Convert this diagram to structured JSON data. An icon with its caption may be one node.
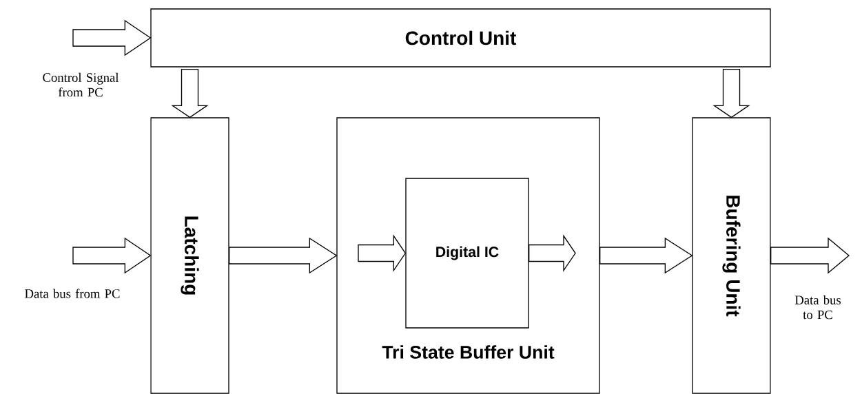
{
  "diagram": {
    "nodes": [
      {
        "text": [
          "Control Unit"
        ]
      },
      {
        "text": [
          "Latching"
        ]
      },
      {
        "text": [
          "Tri State Buffer Unit"
        ]
      },
      {
        "text": [
          "Digital IC"
        ],
        "in": 2
      },
      {
        "text": [
          "Bufering Unit"
        ]
      }
    ],
    "edges": [
      {
        "from": null,
        "to": 0,
        "arrow": "to"
      },
      {
        "from": 0,
        "to": 1,
        "arrow": "to"
      },
      {
        "from": 0,
        "to": 4,
        "arrow": "to"
      },
      {
        "from": null,
        "to": 1,
        "arrow": "to"
      },
      {
        "from": 1,
        "to": 2,
        "arrow": "to"
      },
      {
        "from": null,
        "to": 3,
        "arrow": "to"
      },
      {
        "from": 3,
        "to": null,
        "arrow": "to"
      },
      {
        "from": 2,
        "to": 4,
        "arrow": "to"
      },
      {
        "from": 4,
        "to": null,
        "arrow": "to"
      }
    ],
    "labels": [
      "Control Signal from PC",
      "Data bus from PC",
      "Data bus to PC"
    ]
  }
}
